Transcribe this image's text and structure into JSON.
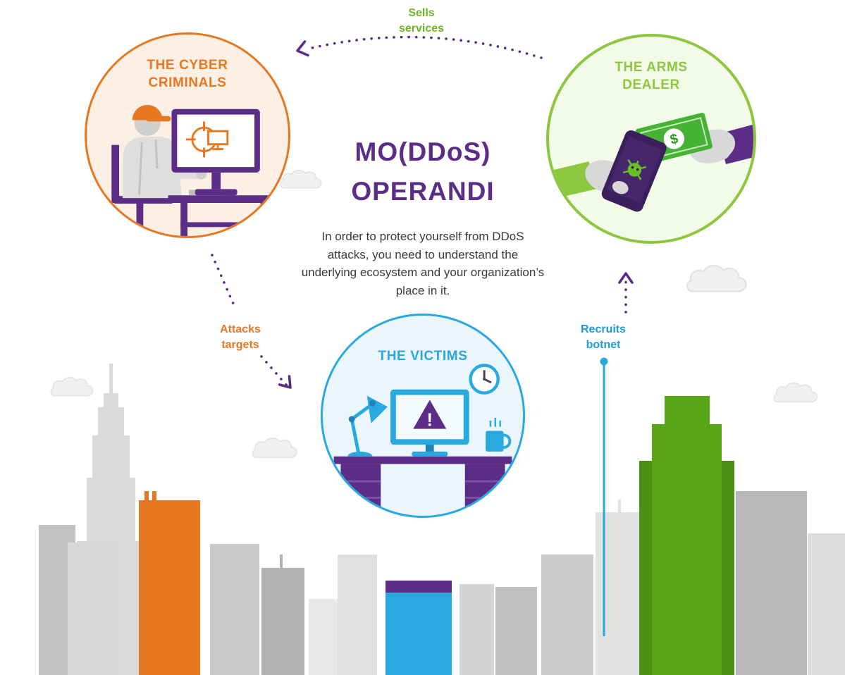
{
  "header": {
    "title": "MO(DDoS) OPERANDI",
    "description": "In order to protect yourself from DDoS attacks, you need to understand the underlying ecosystem and your organization’s place in it."
  },
  "nodes": {
    "cyber_criminals": {
      "label": "THE CYBER CRIMINALS",
      "color": "#e87722"
    },
    "arms_dealer": {
      "label": "THE ARMS DEALER",
      "color": "#8dc63f"
    },
    "victims": {
      "label": "THE VICTIMS",
      "color": "#29a8df"
    }
  },
  "connections": {
    "sells_services": {
      "label": "Sells services",
      "from": "arms_dealer",
      "to": "cyber_criminals",
      "color": "#6fb425"
    },
    "attacks_targets": {
      "label": "Attacks targets",
      "from": "cyber_criminals",
      "to": "victims",
      "color": "#e87722"
    },
    "recruits_botnet": {
      "label": "Recruits botnet",
      "from": "city_botnet",
      "to": "arms_dealer",
      "color": "#1b9cd8"
    }
  },
  "symbols": {
    "dollar": "$",
    "warning": "!"
  },
  "colors": {
    "purple": "#5b2d86",
    "orange": "#e87722",
    "green": "#8dc63f",
    "blue": "#29a8df"
  }
}
